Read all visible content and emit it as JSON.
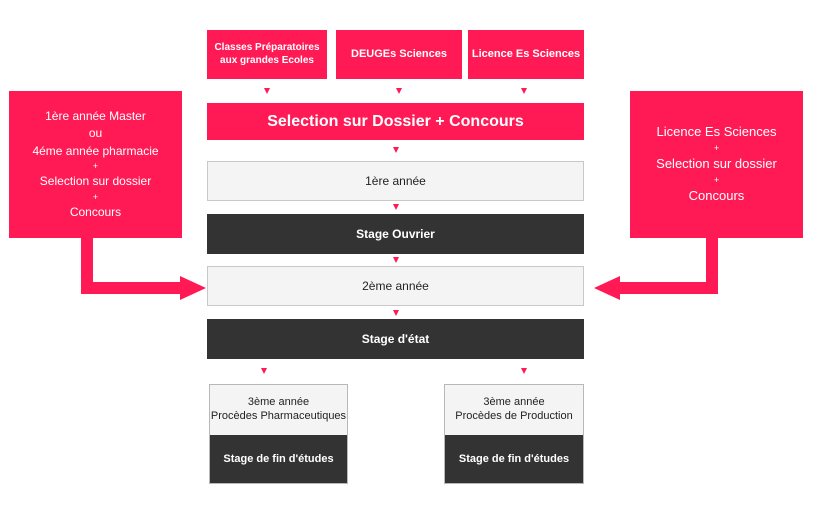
{
  "colors": {
    "accent": "#ff1a55",
    "dark": "#333333",
    "light": "#f4f4f4"
  },
  "top_entries": [
    {
      "line1": "Classes Préparatoires",
      "line2": "aux grandes Ecoles"
    },
    {
      "label": "DEUGEs Sciences"
    },
    {
      "label": "Licence Es Sciences"
    }
  ],
  "left_entry": {
    "lines": [
      "1ère année Master",
      "ou",
      "4éme année pharmacie",
      "+",
      "Selection sur dossier",
      "+",
      "Concours"
    ]
  },
  "right_entry": {
    "lines": [
      "Licence Es Sciences",
      "+",
      "Selection sur dossier",
      "+",
      "Concours"
    ]
  },
  "main_flow": {
    "selection": "Selection sur Dossier + Concours",
    "year1": "1ère année",
    "stage_ouvrier": "Stage Ouvrier",
    "year2": "2ème année",
    "stage_etat": "Stage d'état"
  },
  "branches": [
    {
      "title": "3ème année",
      "subtitle": "Procèdes Pharmaceutiques",
      "stage": "Stage de fin d'études"
    },
    {
      "title": "3ème année",
      "subtitle": "Procèdes de Production",
      "stage": "Stage de fin d'études"
    }
  ]
}
